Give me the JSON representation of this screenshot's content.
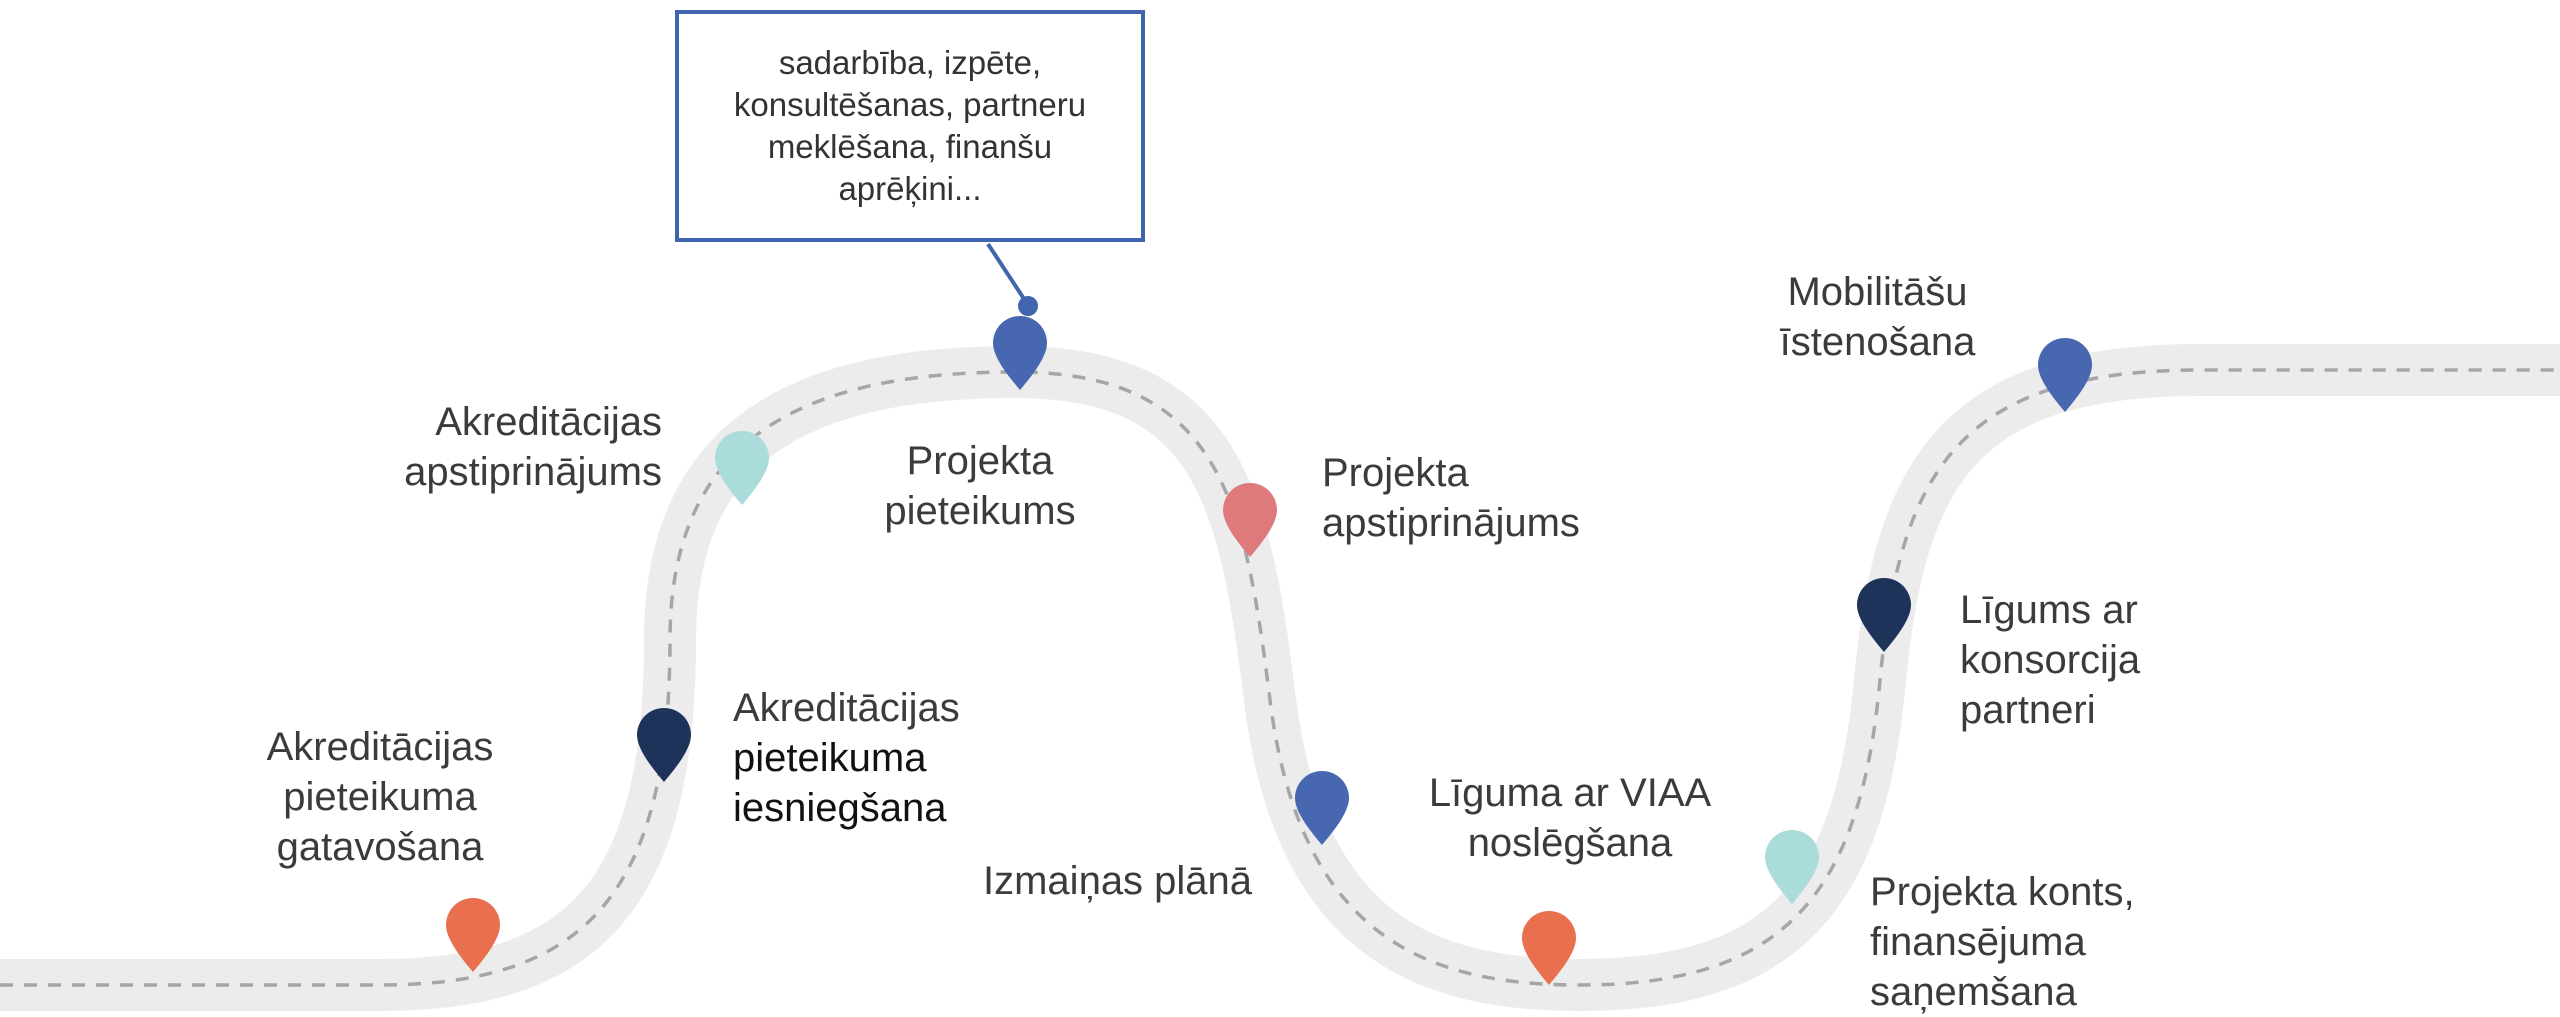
{
  "callout": {
    "lines": [
      "sadarbība, izpēte,",
      "konsultēšanas, partneru",
      "meklēšana, finanšu",
      "aprēķini..."
    ]
  },
  "milestones": [
    {
      "id": "m1",
      "lines": [
        "Akreditācijas",
        "pieteikuma",
        "gatavošana"
      ],
      "color": "#e8704f"
    },
    {
      "id": "m2",
      "lines": [
        "Akreditācijas",
        "pieteikuma",
        "iesniegšana"
      ],
      "color": "#1d3359"
    },
    {
      "id": "m3",
      "lines": [
        "Akreditācijas",
        "apstiprinājums"
      ],
      "color": "#a9dcdb"
    },
    {
      "id": "m4",
      "lines": [
        "Projekta",
        "pieteikums"
      ],
      "color": "#4767b0"
    },
    {
      "id": "m5",
      "lines": [
        "Projekta",
        "apstiprinājums"
      ],
      "color": "#de7a7b"
    },
    {
      "id": "m6",
      "lines": [
        "Izmaiņas plānā"
      ],
      "color": "#4767b0"
    },
    {
      "id": "m7",
      "lines": [
        "Līguma ar VIAA",
        "noslēgšana"
      ],
      "color": "#e8704f"
    },
    {
      "id": "m8",
      "lines": [
        "Projekta konts,",
        "finansējuma",
        "saņemšana"
      ],
      "color": "#a9dcdb"
    },
    {
      "id": "m9",
      "lines": [
        "Līgums ar",
        "konsorcija",
        "partneri"
      ],
      "color": "#1d3359"
    },
    {
      "id": "m10",
      "lines": [
        "Mobilitāšu",
        "īstenošana"
      ],
      "color": "#4767b0"
    }
  ],
  "colors": {
    "road": "#ececec",
    "road_dash": "#a6a6a6",
    "callout_border": "#4064ad"
  }
}
